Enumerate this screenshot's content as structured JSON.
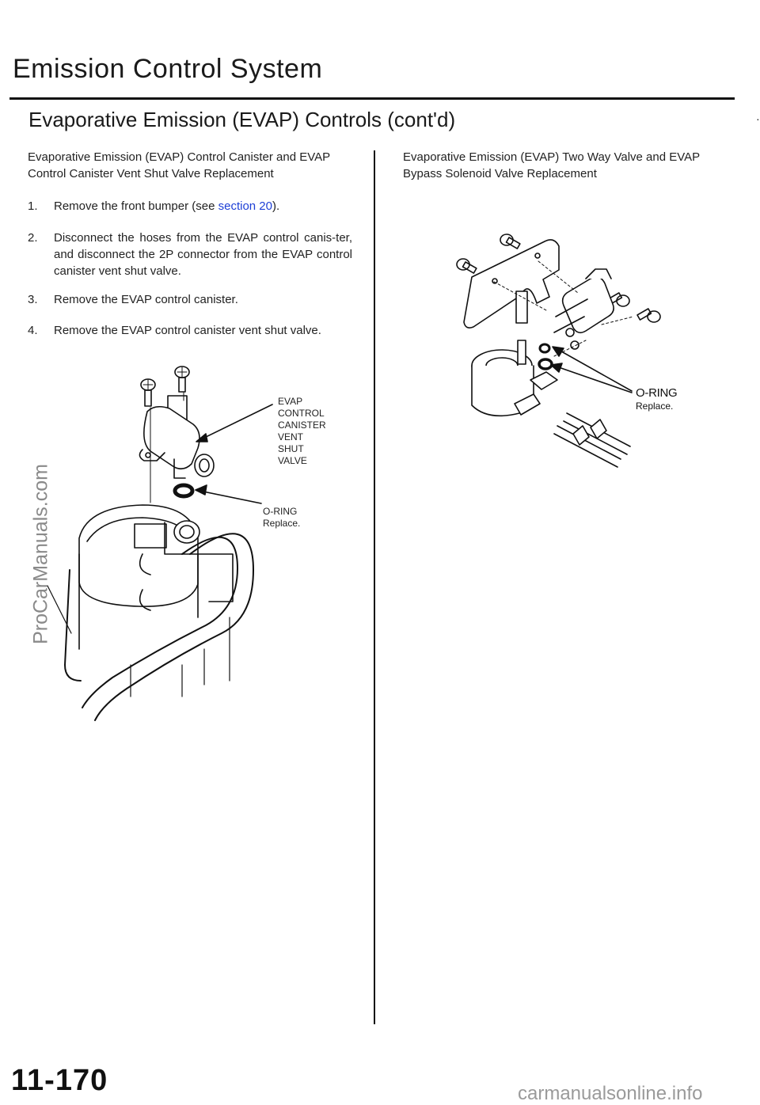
{
  "header": {
    "title": "Emission Control System",
    "subtitle": "Evaporative Emission (EVAP) Controls (cont'd)"
  },
  "left": {
    "heading": "Evaporative Emission (EVAP) Control Canister and EVAP Control Canister Vent Shut Valve Replacement",
    "steps": [
      {
        "num": "1.",
        "pre": "Remove the front bumper (see ",
        "link": "section 20",
        "post": ")."
      },
      {
        "num": "2.",
        "text": "Disconnect the hoses from the EVAP control canis-ter, and disconnect the 2P connector from the EVAP control canister vent shut valve."
      },
      {
        "num": "3.",
        "text": "Remove the EVAP control canister."
      },
      {
        "num": "4.",
        "text": "Remove the EVAP control canister vent shut valve."
      }
    ],
    "callouts": {
      "valve_lines": [
        "EVAP",
        "CONTROL",
        "CANISTER",
        "VENT",
        "SHUT",
        "VALVE"
      ],
      "oring_label": "O-RING",
      "oring_note": "Replace."
    }
  },
  "right": {
    "heading": "Evaporative Emission (EVAP) Two Way Valve and EVAP Bypass Solenoid Valve Replacement",
    "callouts": {
      "oring_label": "O-RING",
      "oring_note": "Replace."
    }
  },
  "footer": {
    "page_number": "11-170",
    "site": "carmanualsonline.info",
    "watermark": "ProCarManuals.com"
  },
  "colors": {
    "link": "#1d3fd6",
    "ink": "#111111",
    "watermark": "#8a8a8a"
  }
}
